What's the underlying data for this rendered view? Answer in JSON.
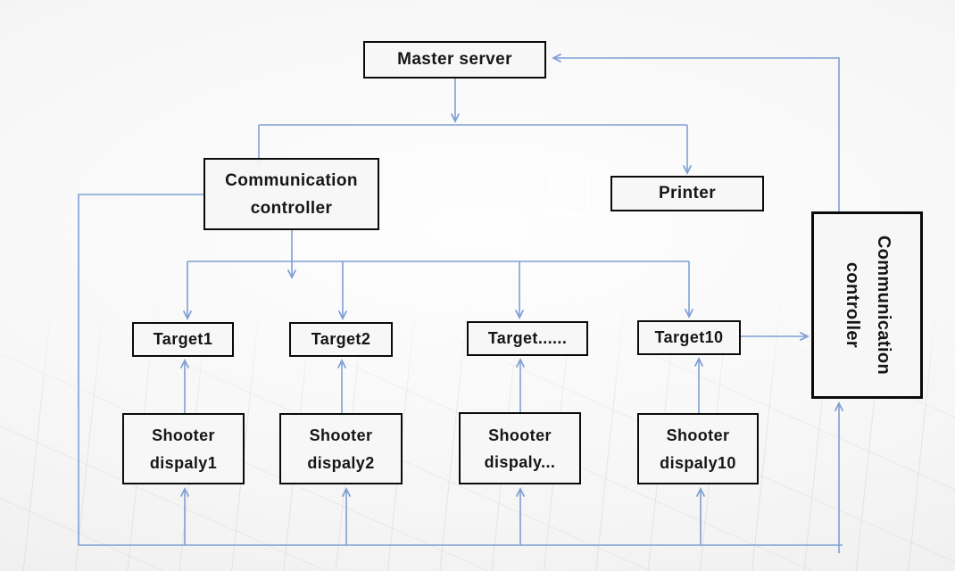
{
  "palette": {
    "connector_blue": "#7e9fd4",
    "box_border": "#0a0a0a",
    "text": "#161616",
    "background": "#f2f2f2"
  },
  "nodes": {
    "master_server": {
      "label": "Master server"
    },
    "comm_controller_left": {
      "line1": "Communication",
      "line2": "controller"
    },
    "printer": {
      "label": "Printer"
    },
    "comm_controller_right": {
      "line1": "Communication",
      "line2": "controller"
    },
    "targets": [
      {
        "label": "Target1"
      },
      {
        "label": "Target2"
      },
      {
        "label": "Target......"
      },
      {
        "label": "Target10"
      }
    ],
    "shooter_displays": [
      {
        "line1": "Shooter",
        "line2": "dispaly1"
      },
      {
        "line1": "Shooter",
        "line2": "dispaly2"
      },
      {
        "line1": "Shooter",
        "line2": "dispaly..."
      },
      {
        "line1": "Shooter",
        "line2": "dispaly10"
      }
    ]
  }
}
